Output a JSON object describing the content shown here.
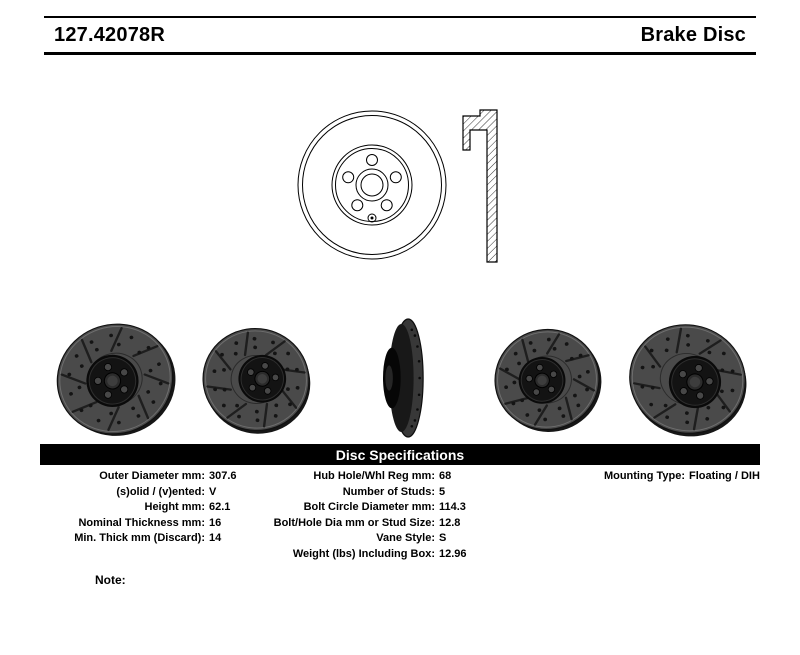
{
  "header": {
    "part_number": "127.42078R",
    "product_name": "Brake Disc"
  },
  "images": {
    "front_view": "brake-disc-front-line-drawing",
    "cross_section": "brake-disc-cross-section-line-drawing",
    "photos": [
      "rotor-photo-angled-left",
      "rotor-photo-angled-front",
      "rotor-photo-edge-profile",
      "rotor-photo-angled-front-2",
      "rotor-photo-angled-right"
    ]
  },
  "specifications": {
    "title": "Disc Specifications",
    "columns": {
      "left": [
        {
          "label": "Outer Diameter mm:",
          "value": "307.6"
        },
        {
          "label": "(s)olid / (v)ented:",
          "value": "V"
        },
        {
          "label": "Height mm:",
          "value": "62.1"
        },
        {
          "label": "Nominal Thickness mm:",
          "value": "16"
        },
        {
          "label": "Min. Thick mm (Discard):",
          "value": "14"
        }
      ],
      "middle": [
        {
          "label": "Hub Hole/Whl Reg mm:",
          "value": "68"
        },
        {
          "label": "Number of Studs:",
          "value": "5"
        },
        {
          "label": "Bolt Circle Diameter mm:",
          "value": "114.3"
        },
        {
          "label": "Bolt/Hole Dia mm or Stud Size:",
          "value": "12.8"
        },
        {
          "label": "Vane Style:",
          "value": "S"
        },
        {
          "label": "Weight (lbs) Including Box:",
          "value": "12.96"
        }
      ],
      "right": [
        {
          "label": "Mounting Type:",
          "value": "Floating / DIH"
        }
      ]
    }
  },
  "note": {
    "label": "Note:"
  }
}
